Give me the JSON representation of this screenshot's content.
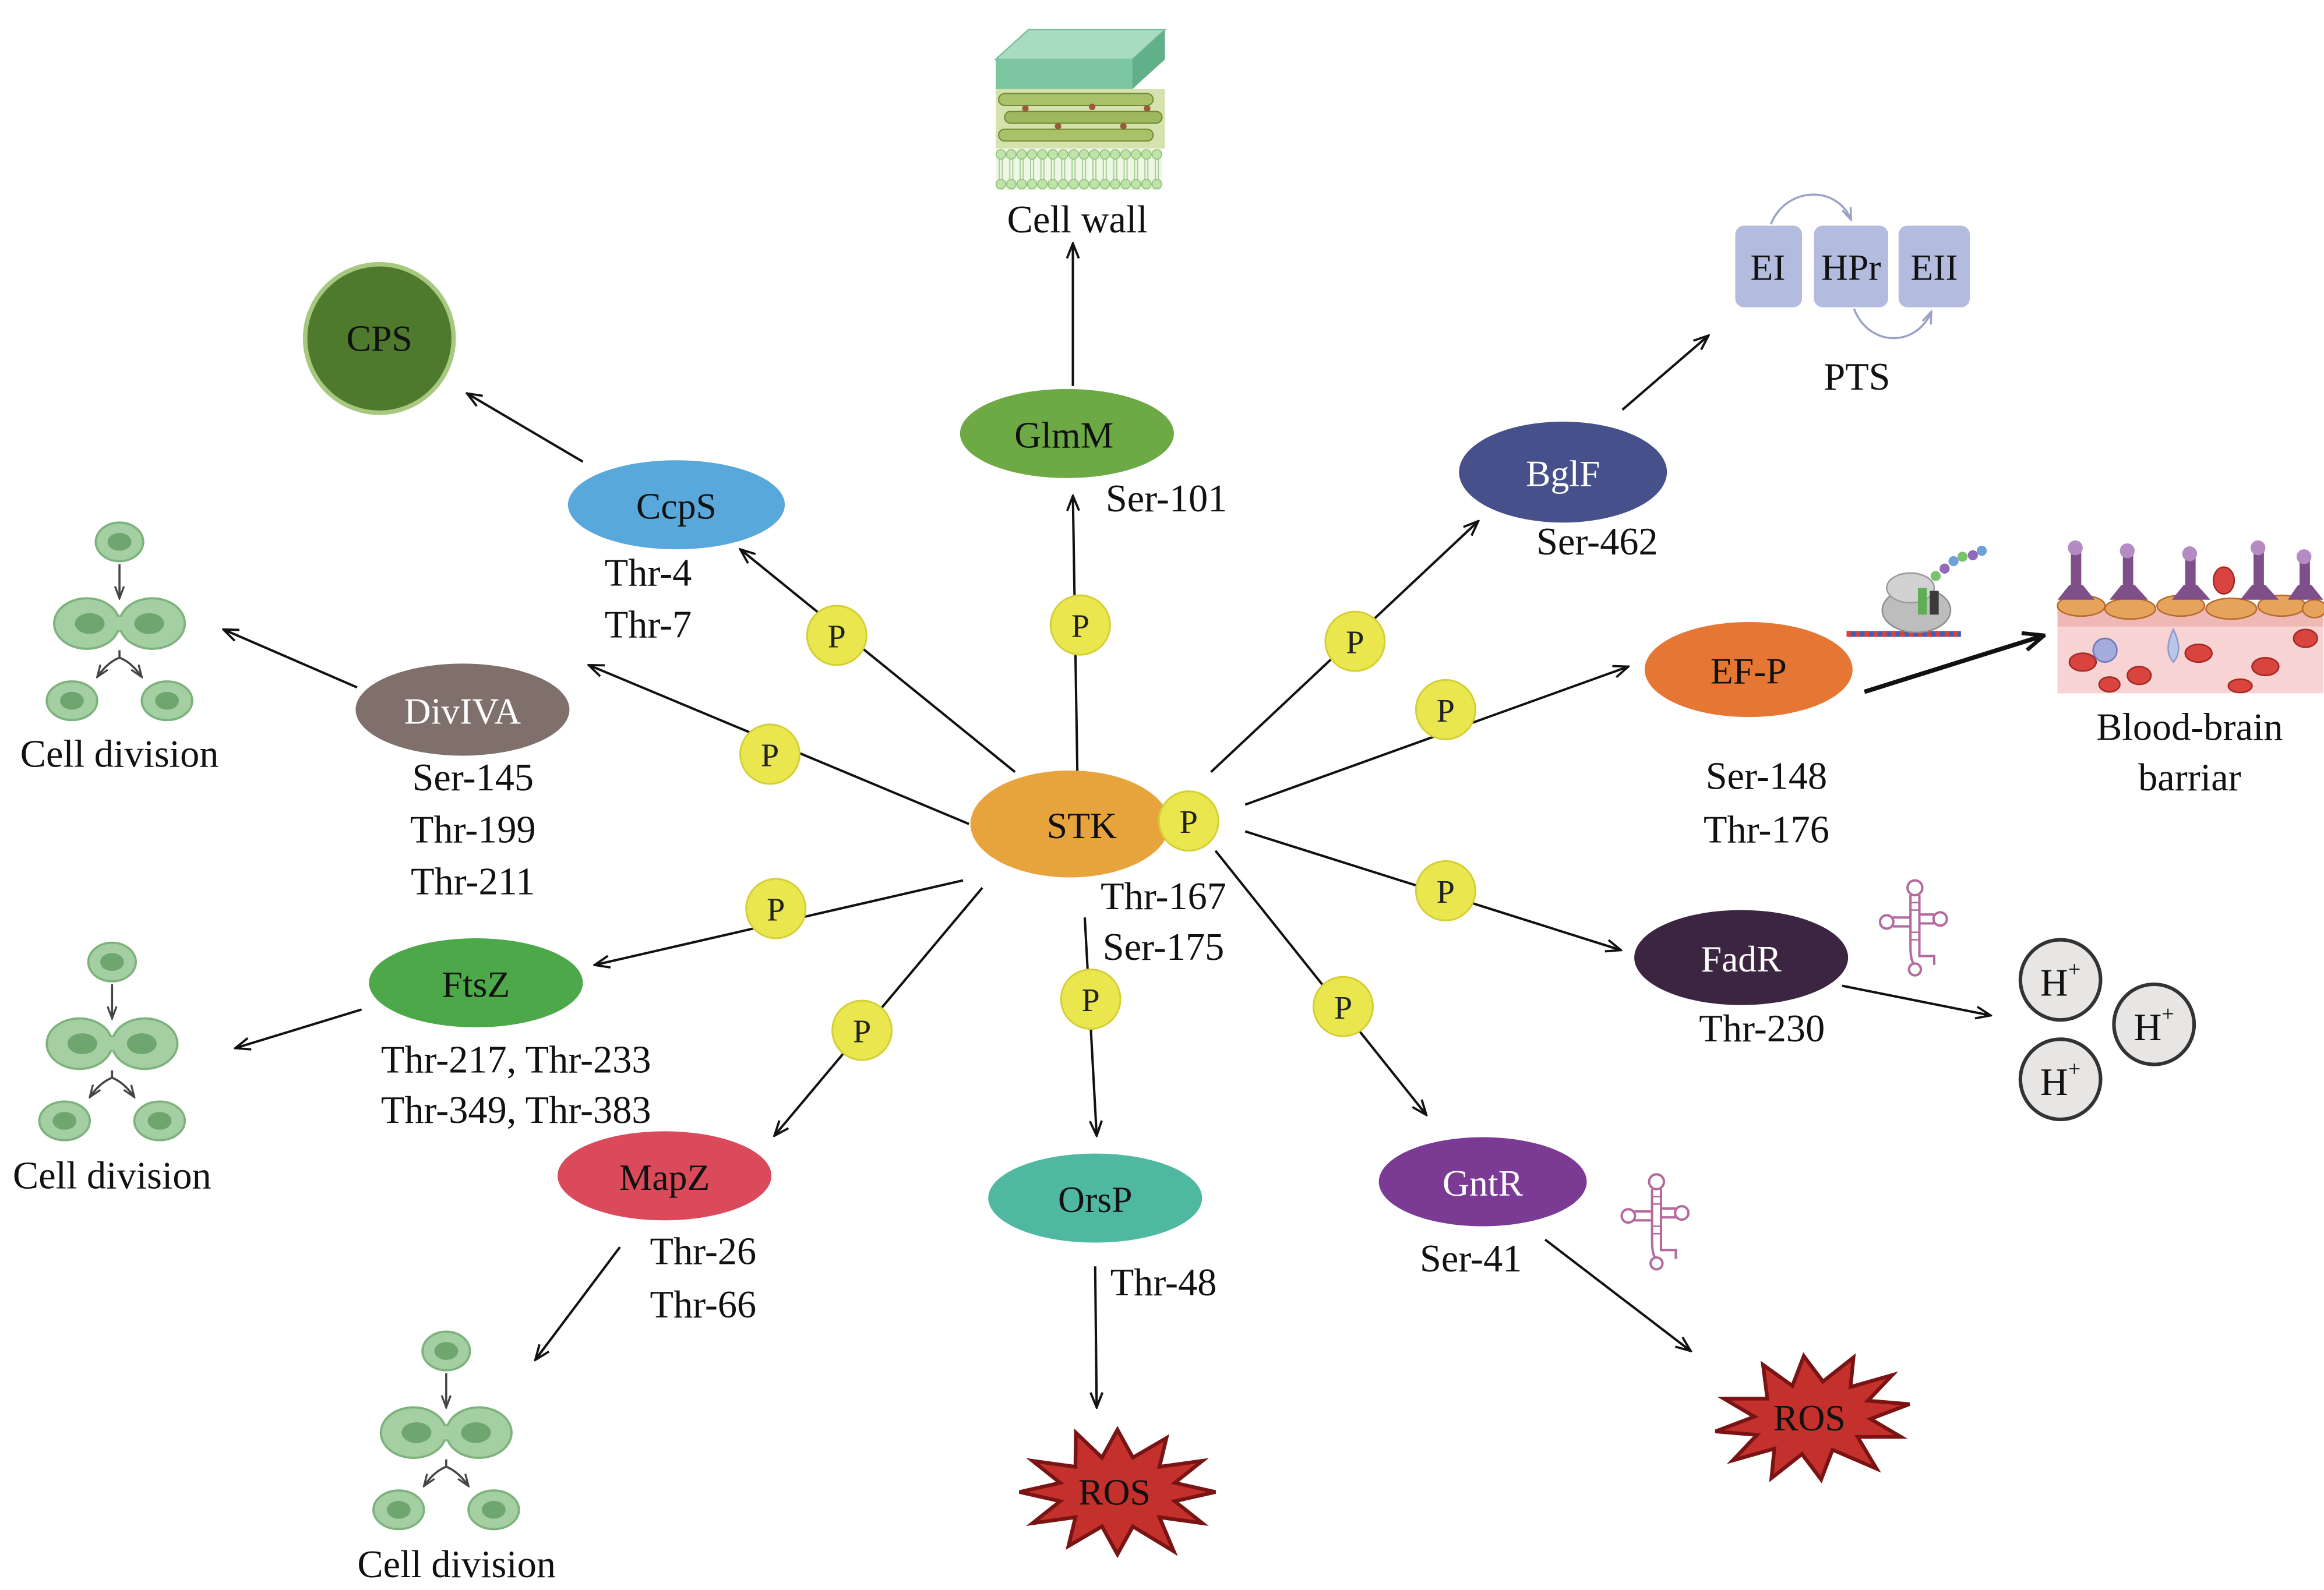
{
  "figure": {
    "phospho_label": "P",
    "kinase": {
      "label": "STK",
      "sites": [
        "Thr-167",
        "Ser-175"
      ],
      "color": "#E8A43C"
    },
    "substrates": {
      "glmm": {
        "label": "GlmM",
        "sites": [
          "Ser-101"
        ],
        "color": "#6DAA45"
      },
      "ccps": {
        "label": "CcpS",
        "sites": [
          "Thr-4",
          "Thr-7"
        ],
        "color": "#58A8DC"
      },
      "divIVA": {
        "label": "DivIVA",
        "sites": [
          "Ser-145",
          "Thr-199",
          "Thr-211"
        ],
        "color": "#7F706B"
      },
      "ftsz": {
        "label": "FtsZ",
        "sites": [
          "Thr-217, Thr-233",
          "Thr-349, Thr-383"
        ],
        "color": "#4DA84A"
      },
      "mapz": {
        "label": "MapZ",
        "sites": [
          "Thr-26",
          "Thr-66"
        ],
        "color": "#DA4A5B"
      },
      "orsp": {
        "label": "OrsP",
        "sites": [
          "Thr-48"
        ],
        "color": "#4FB8A1"
      },
      "gntr": {
        "label": "GntR",
        "sites": [
          "Ser-41"
        ],
        "color": "#7B3B94"
      },
      "fadr": {
        "label": "FadR",
        "sites": [
          "Thr-230"
        ],
        "color": "#3B2541"
      },
      "efp": {
        "label": "EF-P",
        "sites": [
          "Ser-148",
          "Thr-176"
        ],
        "color": "#E67634"
      },
      "bglf": {
        "label": "BglF",
        "sites": [
          "Ser-462"
        ],
        "color": "#46508B"
      }
    },
    "outcomes": {
      "cell_wall": "Cell wall",
      "cps": {
        "label": "CPS",
        "color": "#4F7A2E"
      },
      "cell_division": "Cell division",
      "pts": {
        "label": "PTS",
        "components": [
          "EI",
          "HPr",
          "EII"
        ]
      },
      "blood_brain_barrier": [
        "Blood-brain",
        "barriar"
      ],
      "ros": "ROS",
      "proton": {
        "symbol": "H",
        "charge": "+"
      }
    }
  }
}
